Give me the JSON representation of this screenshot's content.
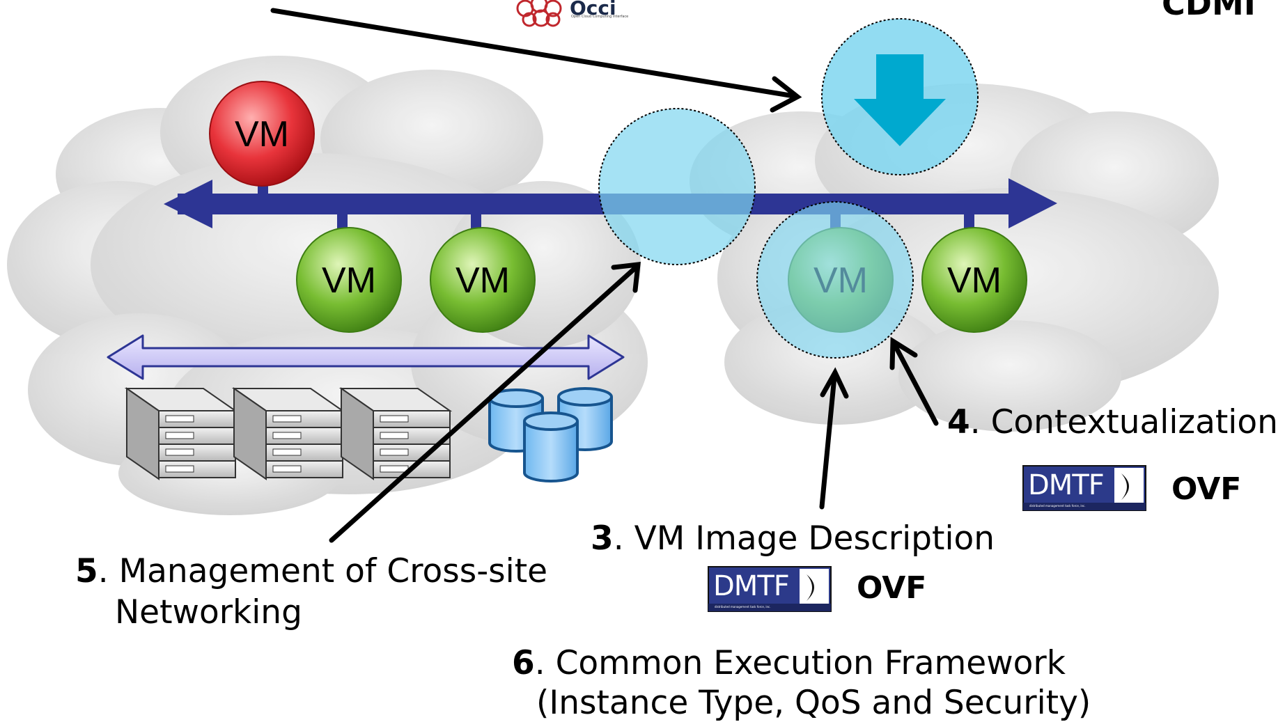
{
  "diagram": {
    "vm_nodes": [
      {
        "label": "VM",
        "color": "red"
      },
      {
        "label": "VM",
        "color": "green"
      },
      {
        "label": "VM",
        "color": "green"
      },
      {
        "label": "VM",
        "color": "green-highlighted"
      },
      {
        "label": "VM",
        "color": "green"
      }
    ],
    "labels": {
      "contextualization": {
        "num": "4",
        "text": ". Contextualization"
      },
      "image_description": {
        "num": "3",
        "text": ". VM Image Description"
      },
      "networking": {
        "num": "5",
        "text": ". Management of Cross-site",
        "line2": "Networking"
      },
      "execution": {
        "num": "6",
        "text": ". Common Execution Framework",
        "line2": "(Instance Type, QoS and Security)"
      }
    },
    "standards": {
      "ovf_upper": "OVF",
      "ovf_lower": "OVF",
      "cdmi": "CDMI",
      "dmtf_logo": "DMTF",
      "dmtf_tagline": "distributed management task force, inc.",
      "occi_logo": "Occi",
      "occi_tagline": "Open Cloud Computing Interface"
    },
    "colors": {
      "vm_red": "#d9121b",
      "vm_green": "#5aa11c",
      "network_bar": "#2d3594",
      "highlight_circle": "#7fd6f0",
      "storage": "#1f6fb8",
      "dmtf_blue": "#2c3a8a",
      "cloud": "#d9d9d9"
    }
  }
}
